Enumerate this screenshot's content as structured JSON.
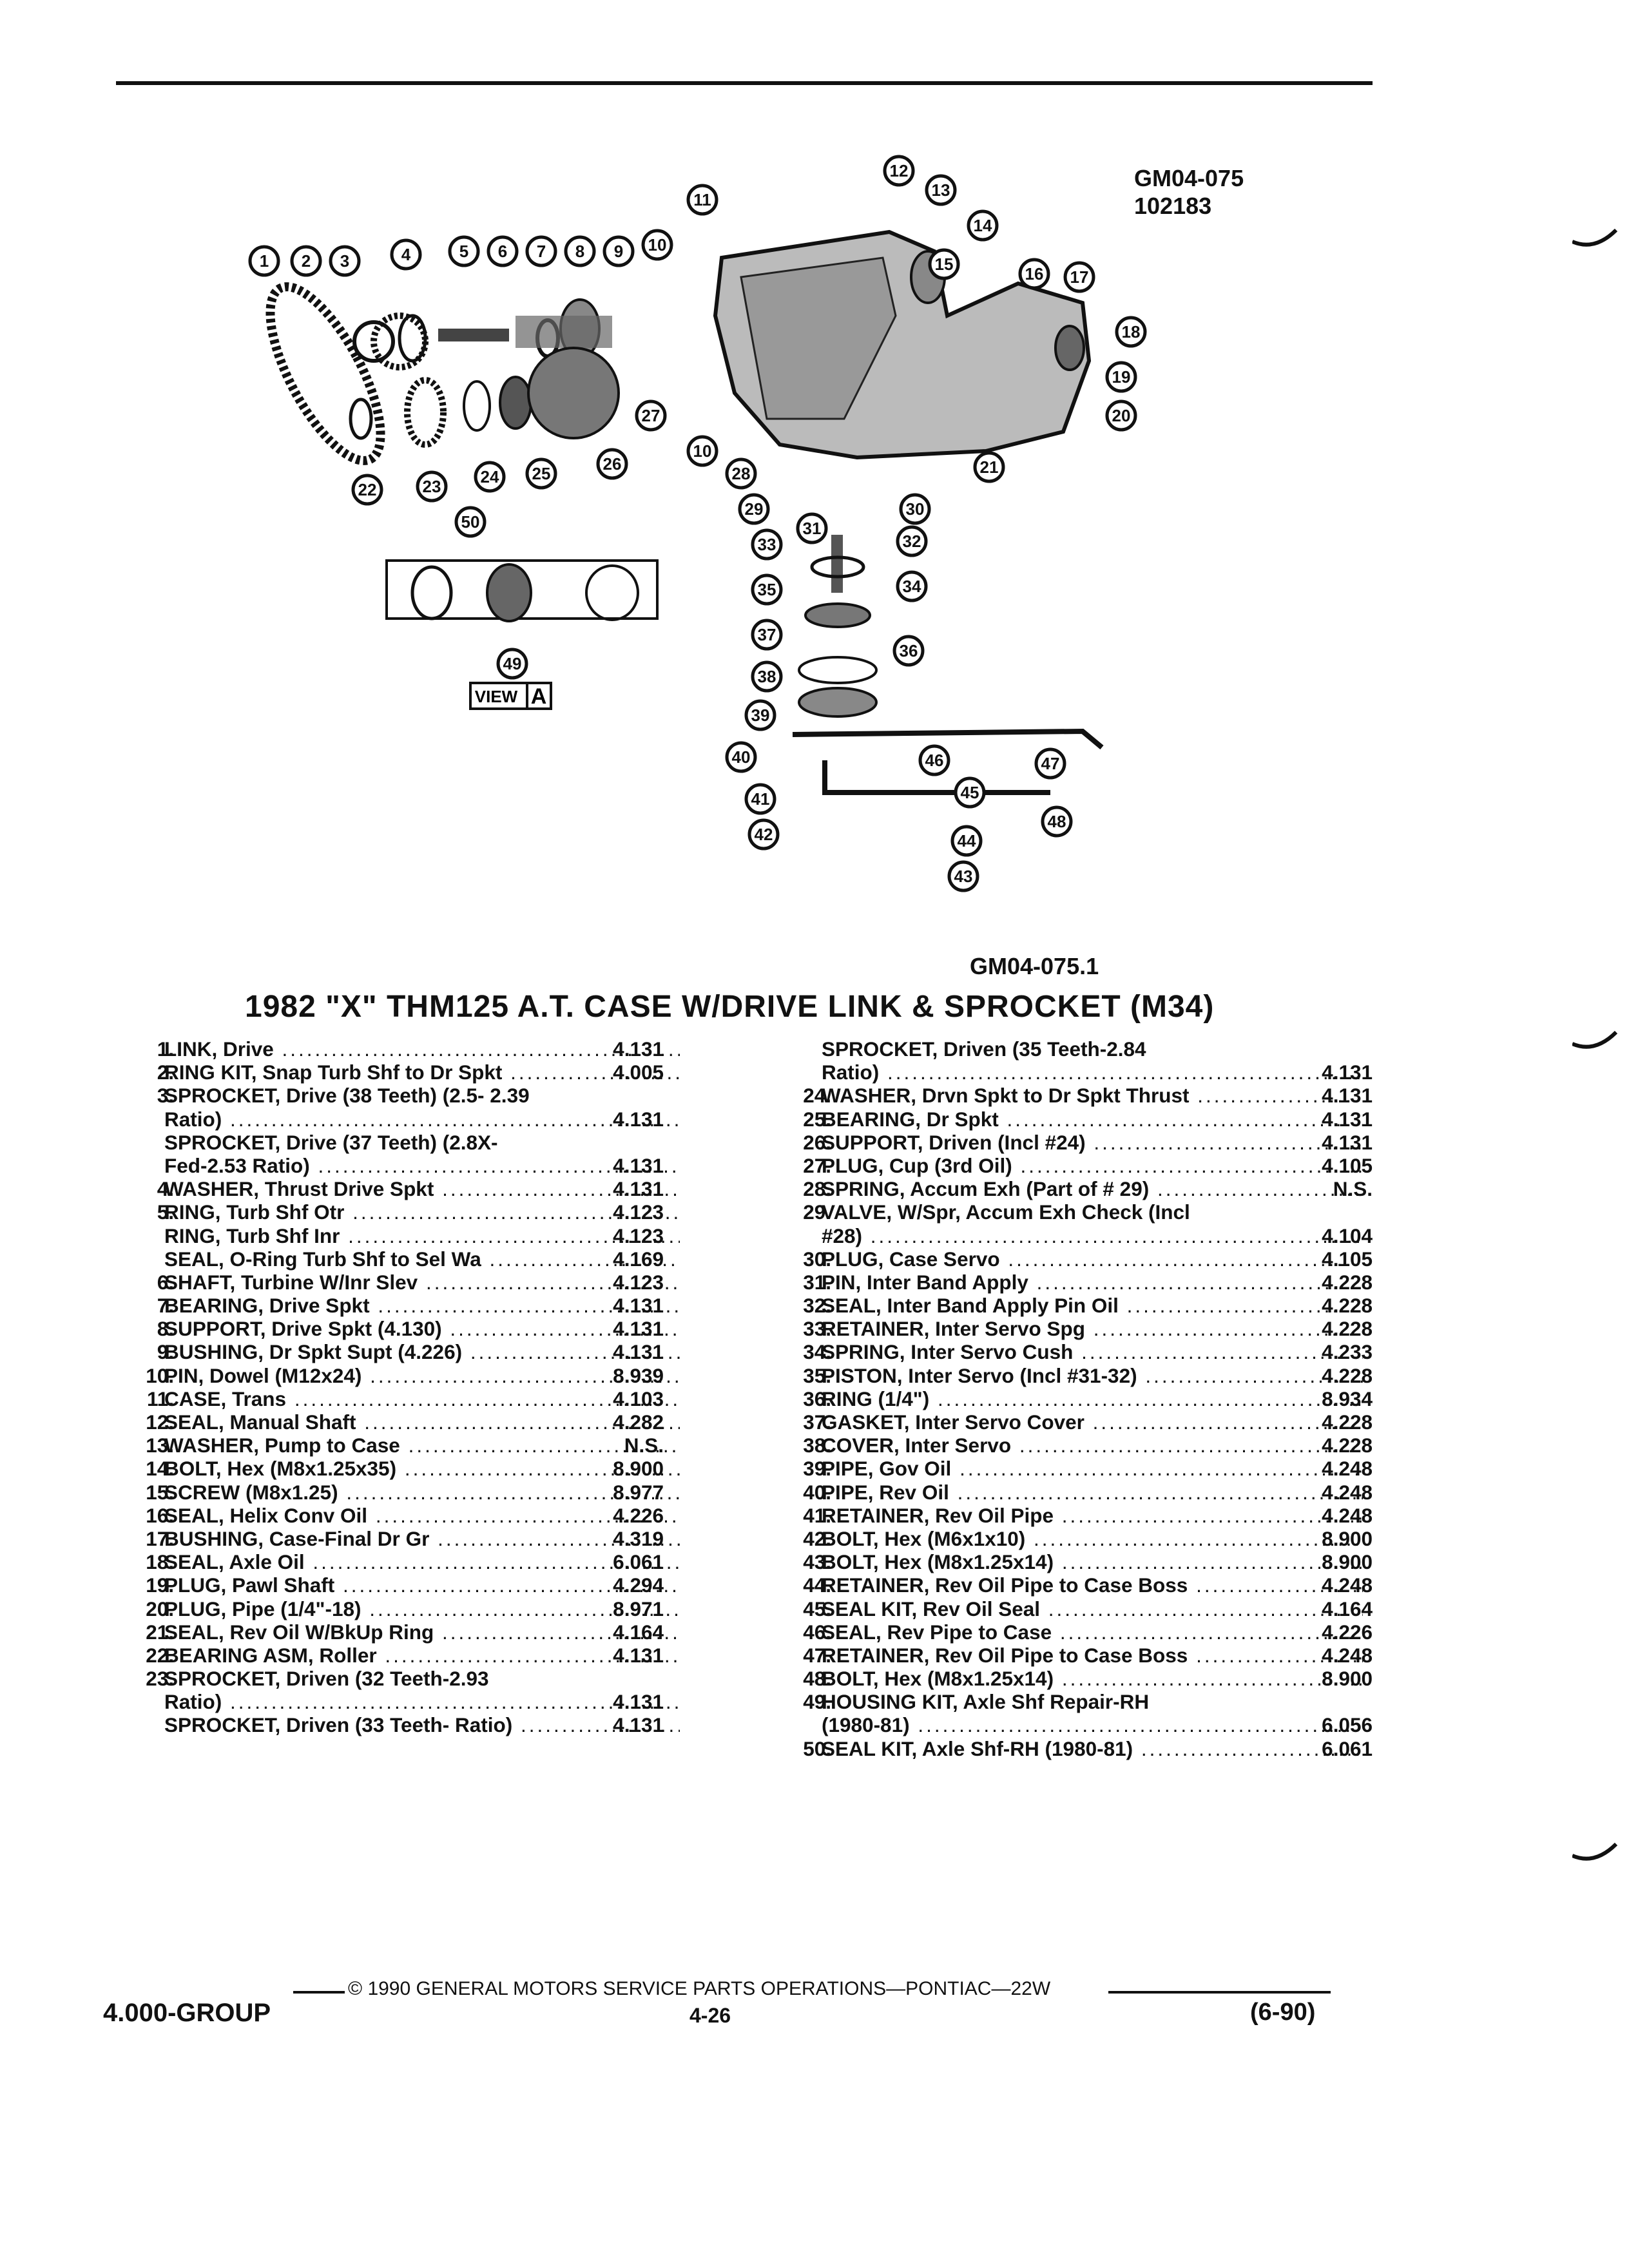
{
  "diagram": {
    "code_top": "GM04-075",
    "date_code": "102183",
    "code_bottom": "GM04-075.1",
    "view_label": "VIEW",
    "view_letter": "A",
    "callouts": [
      "1",
      "2",
      "3",
      "4",
      "5",
      "6",
      "7",
      "8",
      "9",
      "10",
      "11",
      "12",
      "13",
      "14",
      "15",
      "16",
      "17",
      "18",
      "19",
      "20",
      "21",
      "22",
      "23",
      "24",
      "25",
      "26",
      "27",
      "10",
      "28",
      "29",
      "30",
      "31",
      "32",
      "33",
      "34",
      "35",
      "36",
      "37",
      "38",
      "39",
      "40",
      "41",
      "42",
      "43",
      "44",
      "45",
      "46",
      "47",
      "48",
      "49",
      "50"
    ]
  },
  "title": "1982 \"X\" THM125 A.T. CASE W/DRIVE LINK & SPROCKET (M34)",
  "parts_left": [
    {
      "num": "1.",
      "desc": "LINK, Drive",
      "group": "4.131"
    },
    {
      "num": "2.",
      "desc": "RING KIT, Snap Turb Shf to Dr Spkt",
      "group": "4.005"
    },
    {
      "num": "3.",
      "desc": "SPROCKET, Drive (38 Teeth) (2.5- 2.39",
      "group": ""
    },
    {
      "num": "",
      "desc": "Ratio)",
      "group": "4.131"
    },
    {
      "num": "",
      "desc": "SPROCKET, Drive (37 Teeth) (2.8X-",
      "group": ""
    },
    {
      "num": "",
      "desc": "Fed-2.53 Ratio)",
      "group": "4.131"
    },
    {
      "num": "4.",
      "desc": "WASHER, Thrust Drive Spkt",
      "group": "4.131"
    },
    {
      "num": "5.",
      "desc": "RING, Turb Shf Otr",
      "group": "4.123"
    },
    {
      "num": "",
      "desc": "RING, Turb Shf Inr",
      "group": "4.123"
    },
    {
      "num": "",
      "desc": "SEAL, O-Ring Turb Shf to Sel Wa",
      "group": "4.169"
    },
    {
      "num": "6.",
      "desc": "SHAFT, Turbine W/Inr Slev",
      "group": "4.123"
    },
    {
      "num": "7.",
      "desc": "BEARING, Drive Spkt",
      "group": "4.131"
    },
    {
      "num": "8.",
      "desc": "SUPPORT, Drive Spkt (4.130)",
      "group": "4.131"
    },
    {
      "num": "9.",
      "desc": "BUSHING, Dr Spkt Supt (4.226)",
      "group": "4.131"
    },
    {
      "num": "10.",
      "desc": "PIN, Dowel (M12x24)",
      "group": "8.939"
    },
    {
      "num": "11.",
      "desc": "CASE, Trans",
      "group": "4.103"
    },
    {
      "num": "12.",
      "desc": "SEAL, Manual Shaft",
      "group": "4.282"
    },
    {
      "num": "13.",
      "desc": "WASHER, Pump to Case",
      "group": "N.S."
    },
    {
      "num": "14.",
      "desc": "BOLT, Hex (M8x1.25x35)",
      "group": "8.900"
    },
    {
      "num": "15.",
      "desc": "SCREW (M8x1.25)",
      "group": "8.977"
    },
    {
      "num": "16.",
      "desc": "SEAL, Helix Conv Oil",
      "group": "4.226"
    },
    {
      "num": "17.",
      "desc": "BUSHING, Case-Final Dr Gr",
      "group": "4.319"
    },
    {
      "num": "18.",
      "desc": "SEAL, Axle Oil",
      "group": "6.061"
    },
    {
      "num": "19.",
      "desc": "PLUG, Pawl Shaft",
      "group": "4.294"
    },
    {
      "num": "20.",
      "desc": "PLUG, Pipe (1/4\"-18)",
      "group": "8.971"
    },
    {
      "num": "21.",
      "desc": "SEAL, Rev Oil W/BkUp Ring",
      "group": "4.164"
    },
    {
      "num": "22.",
      "desc": "BEARING ASM, Roller",
      "group": "4.131"
    },
    {
      "num": "23.",
      "desc": "SPROCKET, Driven (32 Teeth-2.93",
      "group": ""
    },
    {
      "num": "",
      "desc": "Ratio)",
      "group": "4.131"
    },
    {
      "num": "",
      "desc": "SPROCKET, Driven (33 Teeth- Ratio)",
      "group": "4.131"
    }
  ],
  "parts_right": [
    {
      "num": "",
      "desc": "SPROCKET, Driven (35 Teeth-2.84",
      "group": ""
    },
    {
      "num": "",
      "desc": "Ratio)",
      "group": "4.131"
    },
    {
      "num": "24.",
      "desc": "WASHER, Drvn Spkt to Dr Spkt Thrust",
      "group": "4.131"
    },
    {
      "num": "25.",
      "desc": "BEARING, Dr Spkt",
      "group": "4.131"
    },
    {
      "num": "26.",
      "desc": "SUPPORT, Driven (Incl #24)",
      "group": "4.131"
    },
    {
      "num": "27.",
      "desc": "PLUG, Cup (3rd Oil)",
      "group": "4.105"
    },
    {
      "num": "28.",
      "desc": "SPRING, Accum Exh (Part of # 29)",
      "group": "N.S."
    },
    {
      "num": "29.",
      "desc": "VALVE, W/Spr, Accum Exh Check (Incl",
      "group": ""
    },
    {
      "num": "",
      "desc": "#28)",
      "group": "4.104"
    },
    {
      "num": "30.",
      "desc": "PLUG, Case Servo",
      "group": "4.105"
    },
    {
      "num": "31.",
      "desc": "PIN, Inter Band Apply",
      "group": "4.228"
    },
    {
      "num": "32.",
      "desc": "SEAL, Inter Band Apply Pin Oil",
      "group": "4.228"
    },
    {
      "num": "33.",
      "desc": "RETAINER, Inter Servo Spg",
      "group": "4.228"
    },
    {
      "num": "34.",
      "desc": "SPRING, Inter Servo Cush",
      "group": "4.233"
    },
    {
      "num": "35.",
      "desc": "PISTON, Inter Servo (Incl #31-32)",
      "group": "4.228"
    },
    {
      "num": "36.",
      "desc": "RING (1/4\")",
      "group": "8.934"
    },
    {
      "num": "37.",
      "desc": "GASKET, Inter Servo Cover",
      "group": "4.228"
    },
    {
      "num": "38.",
      "desc": "COVER, Inter Servo",
      "group": "4.228"
    },
    {
      "num": "39.",
      "desc": "PIPE, Gov Oil",
      "group": "4.248"
    },
    {
      "num": "40.",
      "desc": "PIPE, Rev Oil",
      "group": "4.248"
    },
    {
      "num": "41.",
      "desc": "RETAINER, Rev Oil Pipe",
      "group": "4.248"
    },
    {
      "num": "42.",
      "desc": "BOLT, Hex (M6x1x10)",
      "group": "8.900"
    },
    {
      "num": "43.",
      "desc": "BOLT, Hex (M8x1.25x14)",
      "group": "8.900"
    },
    {
      "num": "44.",
      "desc": "RETAINER, Rev Oil Pipe to Case Boss",
      "group": "4.248"
    },
    {
      "num": "45.",
      "desc": "SEAL KIT, Rev Oil Seal",
      "group": "4.164"
    },
    {
      "num": "46.",
      "desc": "SEAL, Rev Pipe to Case",
      "group": "4.226"
    },
    {
      "num": "47.",
      "desc": "RETAINER, Rev Oil Pipe to Case Boss",
      "group": "4.248"
    },
    {
      "num": "48.",
      "desc": "BOLT, Hex (M8x1.25x14)",
      "group": "8.900"
    },
    {
      "num": "49.",
      "desc": "HOUSING KIT, Axle Shf Repair-RH",
      "group": ""
    },
    {
      "num": "",
      "desc": "(1980-81)",
      "group": "6.056"
    },
    {
      "num": "50.",
      "desc": "SEAL KIT, Axle Shf-RH (1980-81)",
      "group": "6.061"
    }
  ],
  "footer": {
    "copyright": "© 1990 GENERAL MOTORS SERVICE PARTS OPERATIONS—PONTIAC—22W",
    "group": "4.000-GROUP",
    "page": "4-26",
    "date": "(6-90)"
  }
}
